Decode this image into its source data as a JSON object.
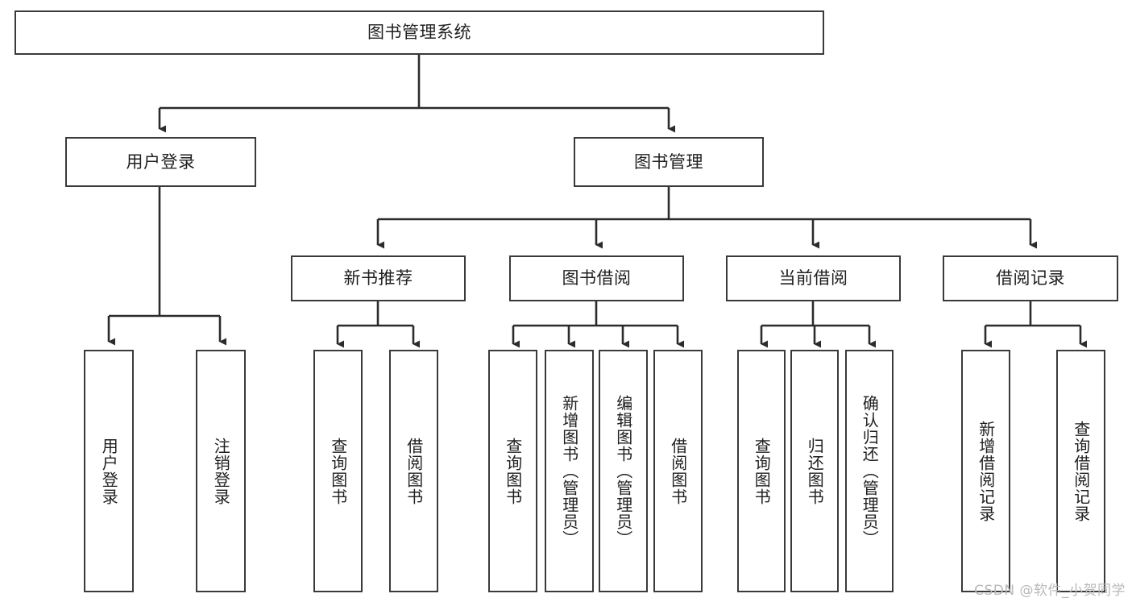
{
  "diagram": {
    "type": "tree-hierarchy",
    "title": "图书管理系统",
    "root": {
      "id": "root",
      "label": "图书管理系统"
    },
    "level2": [
      {
        "id": "user-login",
        "label": "用户登录"
      },
      {
        "id": "book-management",
        "label": "图书管理"
      }
    ],
    "level3": [
      {
        "id": "new-book-recommend",
        "label": "新书推荐",
        "parent": "book-management"
      },
      {
        "id": "book-borrow",
        "label": "图书借阅",
        "parent": "book-management"
      },
      {
        "id": "current-borrow",
        "label": "当前借阅",
        "parent": "book-management"
      },
      {
        "id": "borrow-record",
        "label": "借阅记录",
        "parent": "book-management"
      }
    ],
    "leaves": {
      "user_login": [
        {
          "id": "leaf-user-login",
          "label": "用户登录"
        },
        {
          "id": "leaf-logout-login",
          "label": "注销登录"
        }
      ],
      "new_book_recommend": [
        {
          "id": "leaf-query-book-1",
          "label": "查询图书"
        },
        {
          "id": "leaf-borrow-book-1",
          "label": "借阅图书"
        }
      ],
      "book_borrow": [
        {
          "id": "leaf-query-book-2",
          "label": "查询图书"
        },
        {
          "id": "leaf-add-book",
          "label": "新增图书（管理员）"
        },
        {
          "id": "leaf-edit-book",
          "label": "编辑图书（管理员）"
        },
        {
          "id": "leaf-borrow-book-2",
          "label": "借阅图书"
        }
      ],
      "current_borrow": [
        {
          "id": "leaf-query-book-3",
          "label": "查询图书"
        },
        {
          "id": "leaf-return-book",
          "label": "归还图书"
        },
        {
          "id": "leaf-confirm-return",
          "label": "确认归还（管理员）"
        }
      ],
      "borrow_record": [
        {
          "id": "leaf-add-record",
          "label": "新增借阅记录"
        },
        {
          "id": "leaf-query-record",
          "label": "查询借阅记录"
        }
      ]
    }
  },
  "watermark": {
    "text": "CSDN @软件_小贺同学"
  },
  "colors": {
    "box_border": "#3a3a3a",
    "connector": "#2b2b2b",
    "background": "#ffffff",
    "text": "#1f1f1f",
    "watermark": "#b9b9b9"
  }
}
